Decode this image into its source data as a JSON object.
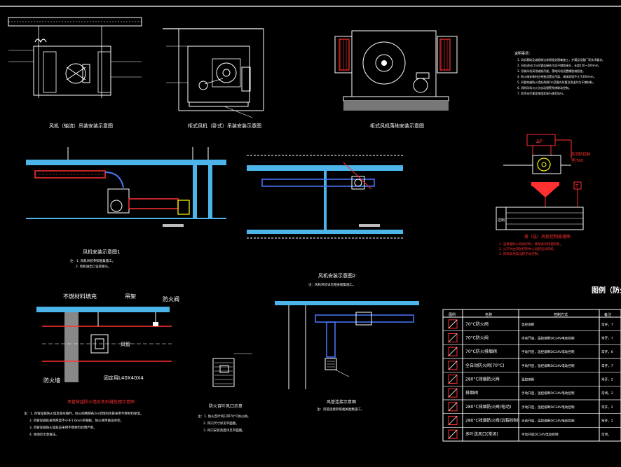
{
  "captions": {
    "fan_inline": "风机（轴流）吊装安装示意图",
    "fan_cabinet": "柜式风机（卧式）吊装安装示意图",
    "fan_floor": "柜式风机落地安装示意图",
    "install_a": "风机安装示意图1",
    "install_b": "风机安装示意图2",
    "wall_pass": "风管穿越防火墙及变形缝处理示意图",
    "vent_grille": "防火百叶风口示意",
    "duct_conn": "风管连接示意图",
    "control": "排（送）风机控制原理图"
  },
  "labels": {
    "wall_material": "不燃材料填充",
    "hanger": "吊架",
    "fire_damper": "防火阀",
    "fire_wall": "防火墙",
    "duct": "风管",
    "fixing": "固定用L40X40X4"
  },
  "notes": {
    "header": "说明事项：",
    "install_a": [
      "注：1. 风机吊装参照图集施工。",
      "2. 风机进出口设软接头。"
    ],
    "install_b": "注：风机吊装详见相关图集施工。",
    "wall_pass": [
      "注：1. 风管穿越防火墙及变形缝时，防火阀两侧各2m范围内风管采用不燃材料保温。",
      "2. 风管穿越处采用厚度不小于1.6mm的钢板，防火阀单独设吊架。",
      "3. 风管穿越防火墙处应采用不燃材料封堵严密。",
      "4. 本图仅示意做法。"
    ],
    "vent_grille": [
      "注：1. 防火百叶风口带70°C防火阀。",
      "2. 风口尺寸详见平面图。",
      "3. 风口安装高度详见平面图。"
    ],
    "duct_conn": "注：风管连接参照相关图集施工。",
    "text_block": [
      "1. 风机基础及减振做法参照相关图集施工，并满足设备厂家技术要求。",
      "2. 风机进出口与风管连接处均设不燃软接头，长度150~200mm。",
      "3. 吊装风机采用减振吊架，落地风机设置橡胶减振垫。",
      "4. 防火阀安装时应单独设置支吊架，阀体距墙不大于200mm。",
      "5. 风管穿越防火墙处两侧2m范围内风管及保温均为不燃材料。",
      "6. 消防风机与火灾自动报警系统联动控制。",
      "7. 其余未尽事宜按国家现行规范执行。"
    ]
  },
  "control_panel": {
    "delta_p": "ΔP",
    "signal_1": "至消防控制",
    "signal_2": "室/FAS",
    "t_box": "T",
    "side": "控制",
    "notes": [
      "1. 当排烟防火阀关闭时，联锁关闭排烟风机。",
      "2. 火灾时由消防控制中心远程启动风机。",
      "3. 风机就地及远程手动控制。"
    ]
  },
  "legend": {
    "title": "图例（防火",
    "headers": [
      "图例",
      "名称",
      "控制方式",
      "备注"
    ],
    "rows": [
      {
        "name": "70°C防火阀",
        "control": "温控熔断",
        "remark": "常开，7"
      },
      {
        "name": "70°C防火阀",
        "control": "手动开启，温控熔断DC24V电动控制",
        "remark": "常开，7"
      },
      {
        "name": "70°C防火排烟阀",
        "control": "手动开启，温控熔断DC24V电动控制",
        "remark": "常开，6"
      },
      {
        "name": "全自动防火阀(70°C)",
        "control": "手动开启，温控熔断DC24V电动控制",
        "remark": "常开，7"
      },
      {
        "name": "280°C排烟防火阀",
        "control": "温控熔断",
        "remark": "常开，2"
      },
      {
        "name": "排烟阀",
        "control": "手动开启，温控熔断DC24V电动控制",
        "remark": "常闭，2"
      },
      {
        "name": "280°C排烟防火阀(电动)",
        "control": "手动开启，温控熔断DC24V电动控制",
        "remark": "常开，2"
      },
      {
        "name": "280°C排烟防火阀(远程控制)",
        "control": "手动开启，温控熔断DC24V电动控制",
        "remark": "常开，2"
      },
      {
        "name": "多叶送风口(常闭)",
        "control": "手动开启DC24V电动控制",
        "remark": "常闭，"
      }
    ]
  }
}
